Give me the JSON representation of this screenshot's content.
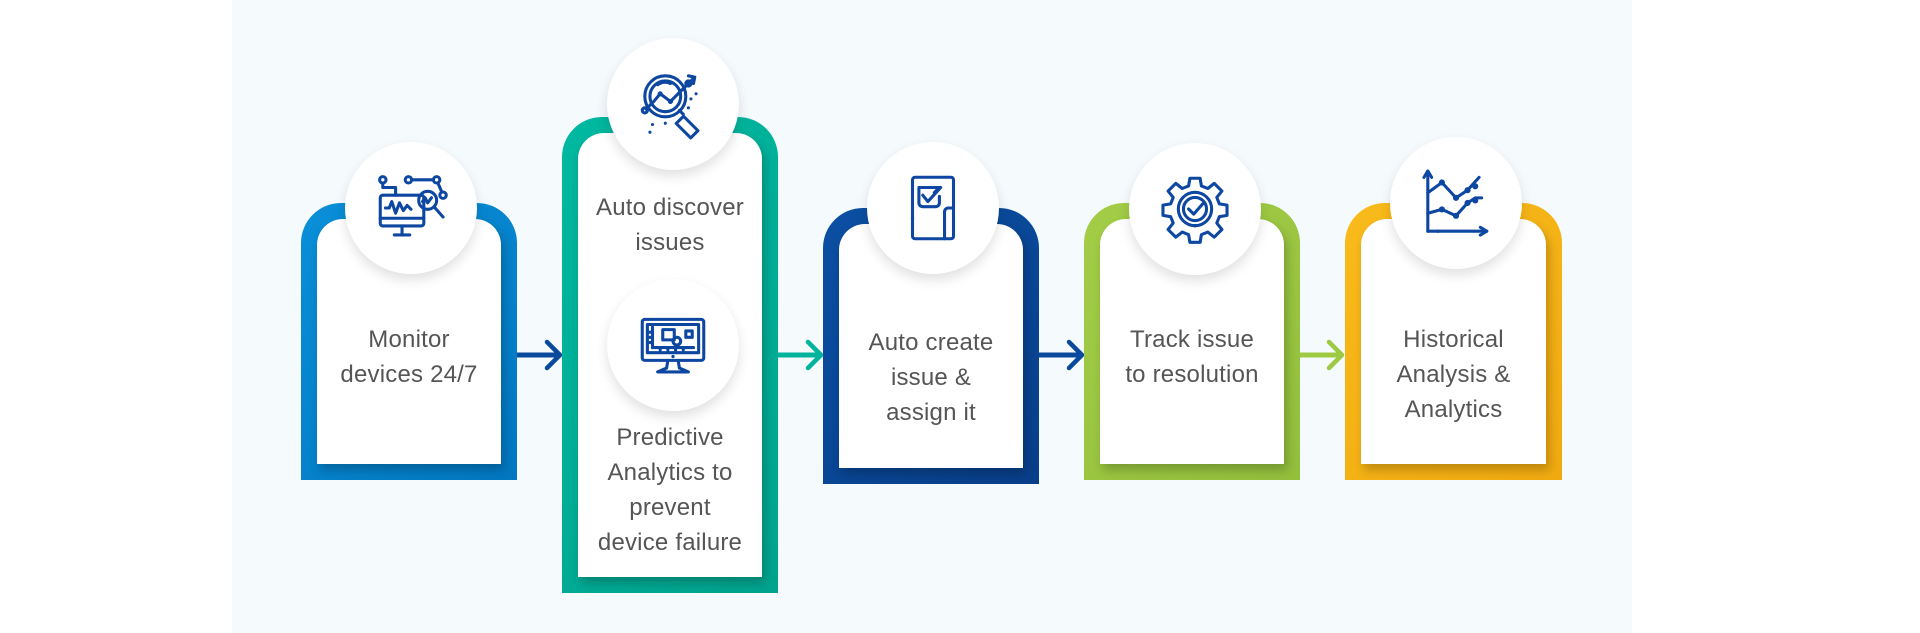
{
  "diagram": {
    "background_color": "#f5fafd",
    "text_color": "#555555",
    "icon_color": "#0d47a1",
    "steps": [
      {
        "id": "monitor",
        "icon": "monitor-analytics-icon",
        "color": "#0288d1",
        "lines": [
          "Monitor",
          "devices 24/7"
        ]
      },
      {
        "id": "discover-predict",
        "color": "#00b39b",
        "sections": [
          {
            "icon": "magnifier-trend-icon",
            "lines": [
              "Auto discover",
              "issues"
            ]
          },
          {
            "icon": "monitor-dashboard-icon",
            "lines": [
              "Predictive",
              "Analytics to",
              "prevent",
              "device failure"
            ]
          }
        ]
      },
      {
        "id": "create-assign",
        "icon": "checklist-document-icon",
        "color": "#0a4a9c",
        "lines": [
          "Auto create",
          "issue &",
          "assign it"
        ]
      },
      {
        "id": "track",
        "icon": "gear-check-icon",
        "color": "#9dc943",
        "lines": [
          "Track issue",
          "to resolution"
        ]
      },
      {
        "id": "historical",
        "icon": "line-chart-icon",
        "color": "#f7b519",
        "lines": [
          "Historical",
          "Analysis &",
          "Analytics"
        ]
      }
    ],
    "arrows": [
      {
        "from": "monitor",
        "to": "discover-predict",
        "color": "#0a4a9c"
      },
      {
        "from": "discover-predict",
        "to": "create-assign",
        "color": "#00b39b"
      },
      {
        "from": "create-assign",
        "to": "track",
        "color": "#0a4a9c"
      },
      {
        "from": "track",
        "to": "historical",
        "color": "#9dc943"
      }
    ]
  }
}
